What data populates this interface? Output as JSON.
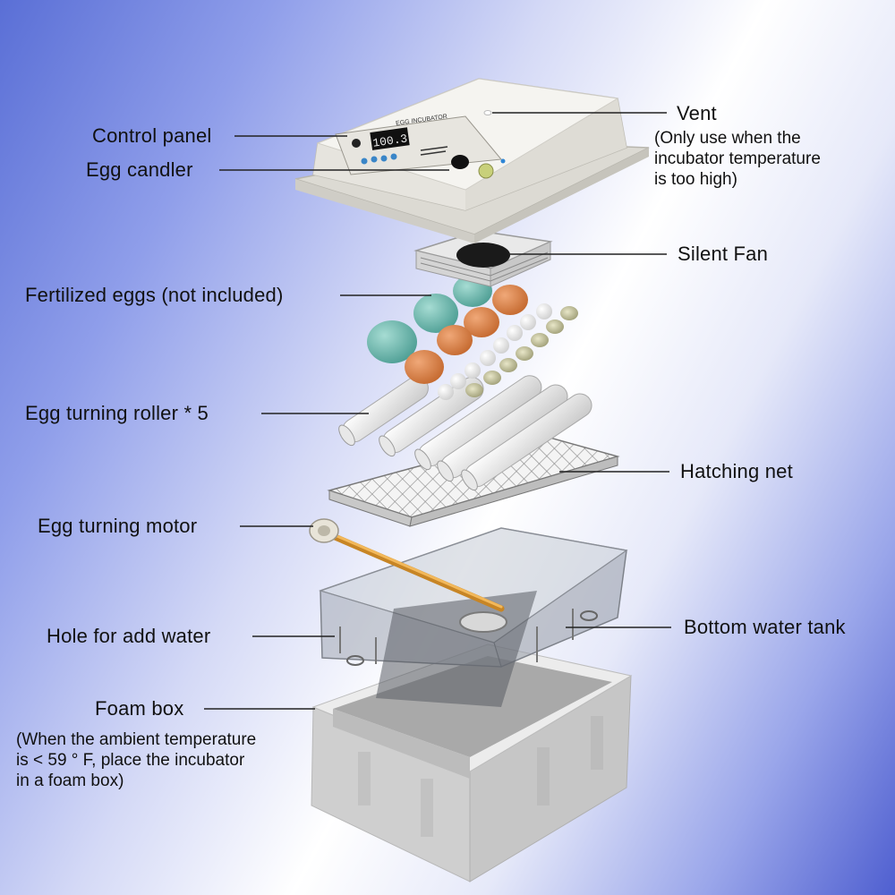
{
  "labels": {
    "control_panel": "Control panel",
    "egg_candler": "Egg candler",
    "vent": "Vent",
    "vent_note": "(Only use when the\nincubator temperature\nis too high)",
    "silent_fan": "Silent Fan",
    "fertilized_eggs": "Fertilized eggs (not included)",
    "egg_turning_roller": "Egg turning roller * 5",
    "hatching_net": "Hatching net",
    "egg_turning_motor": "Egg turning motor",
    "hole_for_water": "Hole for add water",
    "bottom_water_tank": "Bottom water tank",
    "foam_box": "Foam box",
    "foam_box_note": "(When the ambient temperature\nis < 59 ° F, place the incubator\nin a foam box)"
  },
  "display": {
    "reading": "100.3",
    "brand": "EGG INCUBATOR"
  },
  "colors": {
    "background_left": "#5a6fd6",
    "background_right": "#4f5fd0",
    "lid": "#f1efe9",
    "egg_blue": "#66b8ad",
    "egg_orange": "#dd8449",
    "motor_rod": "#e5a23c",
    "foam": "#d9d9d9"
  }
}
